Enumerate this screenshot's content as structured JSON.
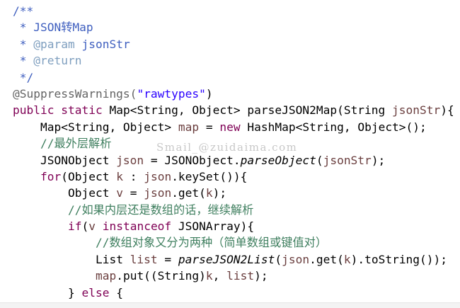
{
  "editor": {
    "language": "java",
    "watermark": "Smail_@zuidaima.com",
    "colors": {
      "javadoc": "#3f5fbf",
      "javadoc_tag": "#7f9fbf",
      "annotation": "#646464",
      "string": "#2a00ff",
      "keyword": "#7f0055",
      "variable": "#6a3e3e",
      "comment": "#3f7f5f",
      "default": "#000000"
    },
    "lines": [
      {
        "indent": "",
        "tokens": [
          {
            "t": "/**",
            "c": "doc"
          }
        ]
      },
      {
        "indent": " ",
        "tokens": [
          {
            "t": "* JSON转Map",
            "c": "doc"
          }
        ]
      },
      {
        "indent": " ",
        "tokens": [
          {
            "t": "* ",
            "c": "doc"
          },
          {
            "t": "@param",
            "c": "doctag"
          },
          {
            "t": " jsonStr",
            "c": "docparam"
          }
        ]
      },
      {
        "indent": " ",
        "tokens": [
          {
            "t": "* ",
            "c": "doc"
          },
          {
            "t": "@return",
            "c": "doctag"
          }
        ]
      },
      {
        "indent": " ",
        "tokens": [
          {
            "t": "*/",
            "c": "doc"
          }
        ]
      },
      {
        "indent": "",
        "tokens": [
          {
            "t": "@SuppressWarnings(",
            "c": "annot"
          },
          {
            "t": "\"rawtypes\"",
            "c": "str"
          },
          {
            "t": ")",
            "c": ""
          }
        ]
      },
      {
        "indent": "",
        "tokens": [
          {
            "t": "public",
            "c": "kw"
          },
          {
            "t": " ",
            "c": ""
          },
          {
            "t": "static",
            "c": "kw"
          },
          {
            "t": " Map<String, Object> parseJSON2Map(String ",
            "c": ""
          },
          {
            "t": "jsonStr",
            "c": "var"
          },
          {
            "t": "){",
            "c": ""
          }
        ]
      },
      {
        "indent": "    ",
        "tokens": [
          {
            "t": "Map<String, Object> ",
            "c": ""
          },
          {
            "t": "map",
            "c": "var"
          },
          {
            "t": " = ",
            "c": ""
          },
          {
            "t": "new",
            "c": "kw"
          },
          {
            "t": " HashMap<String, Object>();",
            "c": ""
          }
        ]
      },
      {
        "indent": "    ",
        "tokens": [
          {
            "t": "//最外层解析",
            "c": "cmt"
          }
        ]
      },
      {
        "indent": "    ",
        "tokens": [
          {
            "t": "JSONObject ",
            "c": ""
          },
          {
            "t": "json",
            "c": "var"
          },
          {
            "t": " = JSONObject.",
            "c": ""
          },
          {
            "t": "parseObject",
            "c": "italic"
          },
          {
            "t": "(",
            "c": ""
          },
          {
            "t": "jsonStr",
            "c": "var"
          },
          {
            "t": ");",
            "c": ""
          }
        ]
      },
      {
        "indent": "    ",
        "tokens": [
          {
            "t": "for",
            "c": "kw"
          },
          {
            "t": "(Object ",
            "c": ""
          },
          {
            "t": "k",
            "c": "var"
          },
          {
            "t": " : ",
            "c": ""
          },
          {
            "t": "json",
            "c": "var"
          },
          {
            "t": ".keySet()){",
            "c": ""
          }
        ]
      },
      {
        "indent": "        ",
        "tokens": [
          {
            "t": "Object ",
            "c": ""
          },
          {
            "t": "v",
            "c": "var"
          },
          {
            "t": " = ",
            "c": ""
          },
          {
            "t": "json",
            "c": "var"
          },
          {
            "t": ".get(",
            "c": ""
          },
          {
            "t": "k",
            "c": "var"
          },
          {
            "t": ");",
            "c": ""
          }
        ]
      },
      {
        "indent": "        ",
        "tokens": [
          {
            "t": "//如果内层还是数组的话，继续解析",
            "c": "cmt"
          }
        ]
      },
      {
        "indent": "        ",
        "tokens": [
          {
            "t": "if",
            "c": "kw"
          },
          {
            "t": "(",
            "c": ""
          },
          {
            "t": "v",
            "c": "var"
          },
          {
            "t": " ",
            "c": ""
          },
          {
            "t": "instanceof",
            "c": "kw"
          },
          {
            "t": " JSONArray){",
            "c": ""
          }
        ]
      },
      {
        "indent": "            ",
        "tokens": [
          {
            "t": "//数组对象又分为两种（简单数组或键值对）",
            "c": "cmt"
          }
        ]
      },
      {
        "indent": "            ",
        "tokens": [
          {
            "t": "List ",
            "c": ""
          },
          {
            "t": "list",
            "c": "var"
          },
          {
            "t": " = ",
            "c": ""
          },
          {
            "t": "parseJSON2List",
            "c": "italic"
          },
          {
            "t": "(",
            "c": ""
          },
          {
            "t": "json",
            "c": "var"
          },
          {
            "t": ".get(",
            "c": ""
          },
          {
            "t": "k",
            "c": "var"
          },
          {
            "t": ").toString());",
            "c": ""
          }
        ]
      },
      {
        "indent": "            ",
        "tokens": [
          {
            "t": "map",
            "c": "var"
          },
          {
            "t": ".put((String)",
            "c": ""
          },
          {
            "t": "k",
            "c": "var"
          },
          {
            "t": ", ",
            "c": ""
          },
          {
            "t": "list",
            "c": "var"
          },
          {
            "t": ");",
            "c": ""
          }
        ]
      },
      {
        "indent": "        ",
        "tokens": [
          {
            "t": "} ",
            "c": ""
          },
          {
            "t": "else",
            "c": "kw"
          },
          {
            "t": " {",
            "c": ""
          }
        ]
      }
    ]
  }
}
